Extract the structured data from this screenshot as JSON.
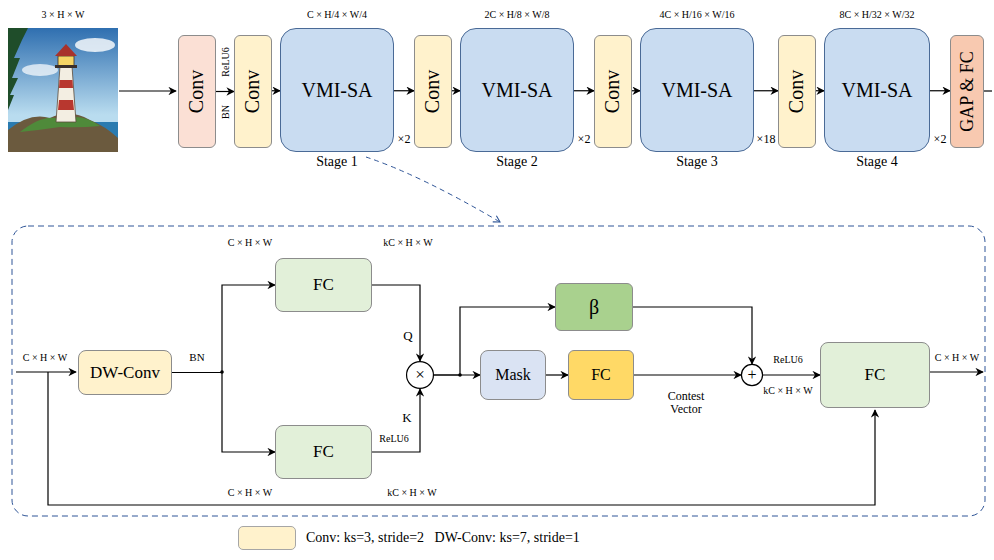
{
  "diagram": {
    "nodes": [
      {
        "text": [
          "Conv"
        ]
      },
      {
        "text": [
          "Conv"
        ]
      },
      {
        "text": [
          "VMI-SA",
          "Stage 1"
        ]
      },
      {
        "text": [
          "Conv"
        ]
      },
      {
        "text": [
          "VMI-SA",
          "Stage 2"
        ]
      },
      {
        "text": [
          "Conv"
        ]
      },
      {
        "text": [
          "VMI-SA",
          "Stage 3"
        ]
      },
      {
        "text": [
          "Conv"
        ]
      },
      {
        "text": [
          "VMI-SA",
          "Stage 4"
        ]
      },
      {
        "text": [
          "GAP & FC"
        ]
      },
      {
        "text": [
          "DW-Conv"
        ]
      },
      {
        "text": [
          "FC"
        ]
      },
      {
        "text": [
          "FC"
        ]
      },
      {
        "text": [
          "×"
        ]
      },
      {
        "text": [
          "β"
        ]
      },
      {
        "text": [
          "Mask"
        ]
      },
      {
        "text": [
          "FC"
        ]
      },
      {
        "text": [
          "+"
        ]
      },
      {
        "text": [
          "FC"
        ]
      }
    ],
    "edges": [
      {
        "from": 0,
        "to": 1,
        "arrow": "to"
      },
      {
        "from": 1,
        "to": 2,
        "arrow": "to"
      },
      {
        "from": 2,
        "to": 3,
        "arrow": "to"
      },
      {
        "from": 3,
        "to": 4,
        "arrow": "to"
      },
      {
        "from": 4,
        "to": 5,
        "arrow": "to"
      },
      {
        "from": 5,
        "to": 6,
        "arrow": "to"
      },
      {
        "from": 6,
        "to": 7,
        "arrow": "to"
      },
      {
        "from": 7,
        "to": 8,
        "arrow": "to"
      },
      {
        "from": 8,
        "to": 9,
        "arrow": "to"
      },
      {
        "from": 10,
        "to": 11,
        "arrow": "to"
      },
      {
        "from": 10,
        "to": 12,
        "arrow": "to"
      },
      {
        "from": 11,
        "to": 13,
        "label": "Q",
        "arrow": "to"
      },
      {
        "from": 12,
        "to": 13,
        "label": "K",
        "arrow": "to"
      },
      {
        "from": 13,
        "to": 15,
        "arrow": "to"
      },
      {
        "from": 13,
        "to": 14,
        "arrow": "to"
      },
      {
        "from": 15,
        "to": 16,
        "arrow": "to"
      },
      {
        "from": 16,
        "to": 17,
        "label": "Contest Vector",
        "arrow": "to"
      },
      {
        "from": 14,
        "to": 17,
        "arrow": "to"
      },
      {
        "from": 17,
        "to": 18,
        "label": "ReLU6",
        "arrow": "to"
      }
    ],
    "labels": [
      "3 × H × W",
      "BN",
      "ReLU6",
      "C × H/4 × W/4",
      "×2",
      "2C × H/8 × W/8",
      "×2",
      "4C × H/16 × W/16",
      "×18",
      "8C × H/32 × W/32",
      "×2",
      "C × H × W",
      "BN",
      "C × H × W",
      "kC × H × W",
      "C × H × W",
      "ReLU6",
      "kC × H × W",
      "kC × H × W",
      "C × H × W"
    ],
    "legend": [
      {
        "text": "Conv: ks=3, stride=2   DW-Conv: ks=7, stride=1",
        "color": "#fff2cc"
      }
    ]
  }
}
